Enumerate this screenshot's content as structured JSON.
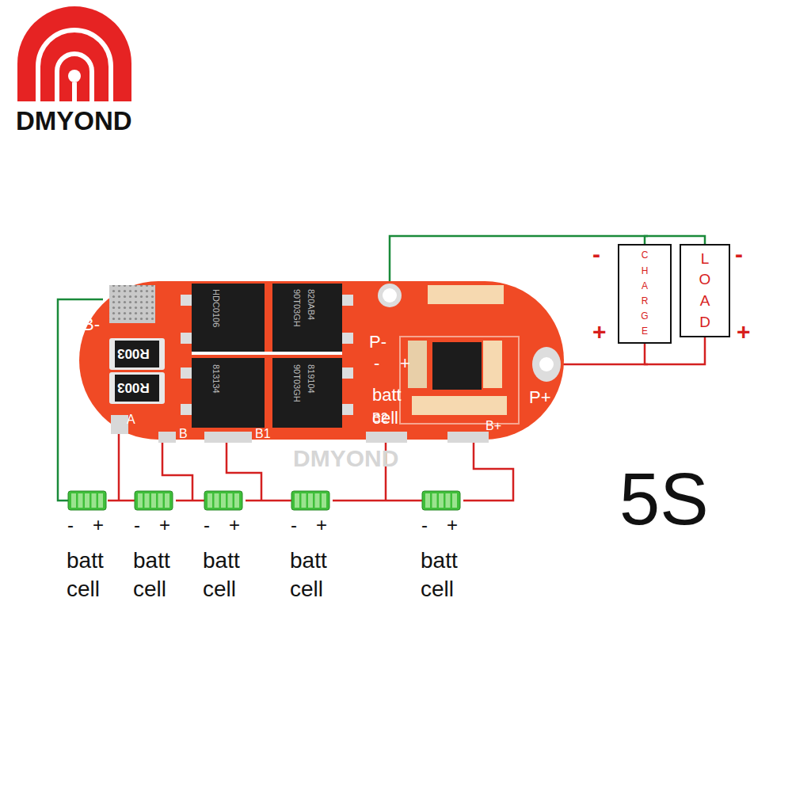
{
  "diagram": {
    "nodes": [
      {
        "text": [
          "CHARGE"
        ]
      },
      {
        "text": [
          "LOAD"
        ]
      }
    ],
    "edges": [
      {
        "from": 0,
        "to": 1,
        "arrow": "none"
      },
      {
        "from": 0,
        "to": 1,
        "arrow": "none"
      }
    ],
    "labels": [
      "DMYOND",
      "B-",
      "R003",
      "R003",
      "HDC0106",
      "90T03GH",
      "820AB4",
      "813134",
      "90T03GH",
      "819104",
      "P-",
      "-",
      "+",
      "batt cell",
      "P+",
      "A",
      "B",
      "B1",
      "B2",
      "B+",
      "DMYOND",
      "-",
      "+",
      "batt cell",
      "-",
      "+",
      "batt cell",
      "-",
      "+",
      "batt cell",
      "-",
      "+",
      "batt cell",
      "-",
      "+",
      "batt cell",
      "-",
      "+",
      "-",
      "+",
      "5S"
    ]
  }
}
